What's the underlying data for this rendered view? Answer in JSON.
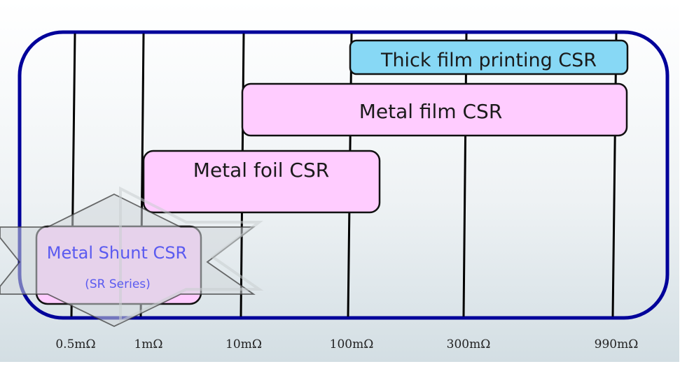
{
  "diagram": {
    "type": "resistance-range-chart",
    "axis_ticks": [
      "0.5mΩ",
      "1mΩ",
      "10mΩ",
      "100mΩ",
      "300mΩ",
      "990mΩ"
    ],
    "ranges": [
      {
        "id": "thick-film",
        "label": "Thick film printing CSR",
        "from": "100mΩ",
        "to": "990mΩ",
        "color": "#87d8f5"
      },
      {
        "id": "metal-film",
        "label": "Metal film CSR",
        "from": "10mΩ",
        "to": "990mΩ",
        "color": "#ffccff"
      },
      {
        "id": "metal-foil",
        "label": "Metal foil CSR",
        "from": "1mΩ",
        "to": "100mΩ",
        "color": "#ffccff"
      },
      {
        "id": "metal-shunt",
        "label": "Metal Shunt CSR",
        "sublabel": "(SR Series)",
        "from": "below 0.5mΩ",
        "to": "1mΩ",
        "color": "#ffccff",
        "text_color": "#5a5af0",
        "highlighted": true
      }
    ],
    "frame_color": "#00009a"
  }
}
